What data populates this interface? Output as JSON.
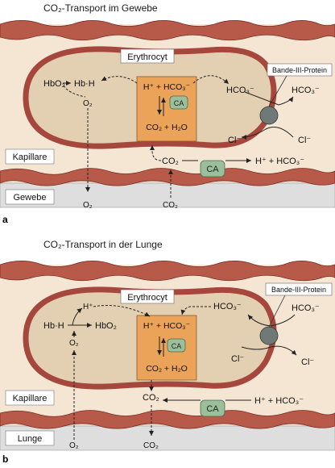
{
  "panels": [
    {
      "letter": "a",
      "title": "CO₂-Transport im Gewebe",
      "erythrocyte_label": "Erythrocyt",
      "protein_label": "Bande-III-Protein",
      "capillary_label": "Kapillare",
      "tissue_label": "Gewebe",
      "enzyme_label": "CA",
      "labels": {
        "hbo2": "HbO₂",
        "hbh": "Hb·H",
        "o2_inner": "O₂",
        "o2_tissue": "O₂",
        "h_hco3": "H⁺ + HCO₃⁻",
        "co2_h2o": "CO₂ + H₂O",
        "hco3_inner": "HCO₃⁻",
        "hco3_outer": "HCO₃⁻",
        "cl_inner": "Cl⁻",
        "cl_outer": "Cl⁻",
        "co2_plasma": "CO₂",
        "h_hco3_plasma": "H⁺ + HCO₃⁻",
        "co2_tissue": "CO₂"
      }
    },
    {
      "letter": "b",
      "title": "CO₂-Transport in der Lunge",
      "erythrocyte_label": "Erythrocyt",
      "protein_label": "Bande-III-Protein",
      "capillary_label": "Kapillare",
      "tissue_label": "Lunge",
      "enzyme_label": "CA",
      "labels": {
        "hbh": "Hb·H",
        "hbo2": "HbO₂",
        "h_plus": "H⁺",
        "o2_inner": "O₂",
        "h_hco3": "H⁺ + HCO₃⁻",
        "co2_h2o": "CO₂ + H₂O",
        "hco3_inner": "HCO₃⁻",
        "hco3_outer": "HCO₃⁻",
        "cl_inner": "Cl⁻",
        "cl_outer": "Cl⁻",
        "co2_plasma": "CO₂",
        "h_hco3_plasma": "H⁺ + HCO₃⁻",
        "o2_lung": "O₂",
        "co2_lung": "CO₂"
      }
    }
  ],
  "colors": {
    "vessel_wall": "#b85a4a",
    "plasma": "#f5e6d4",
    "erythrocyte_fill": "#e3d0b2",
    "erythrocyte_ring": "#a5473d",
    "reaction_box": "#eba35a",
    "enzyme": "#9bbf9a",
    "protein": "#6f7a78",
    "tissue": "#dededf"
  }
}
